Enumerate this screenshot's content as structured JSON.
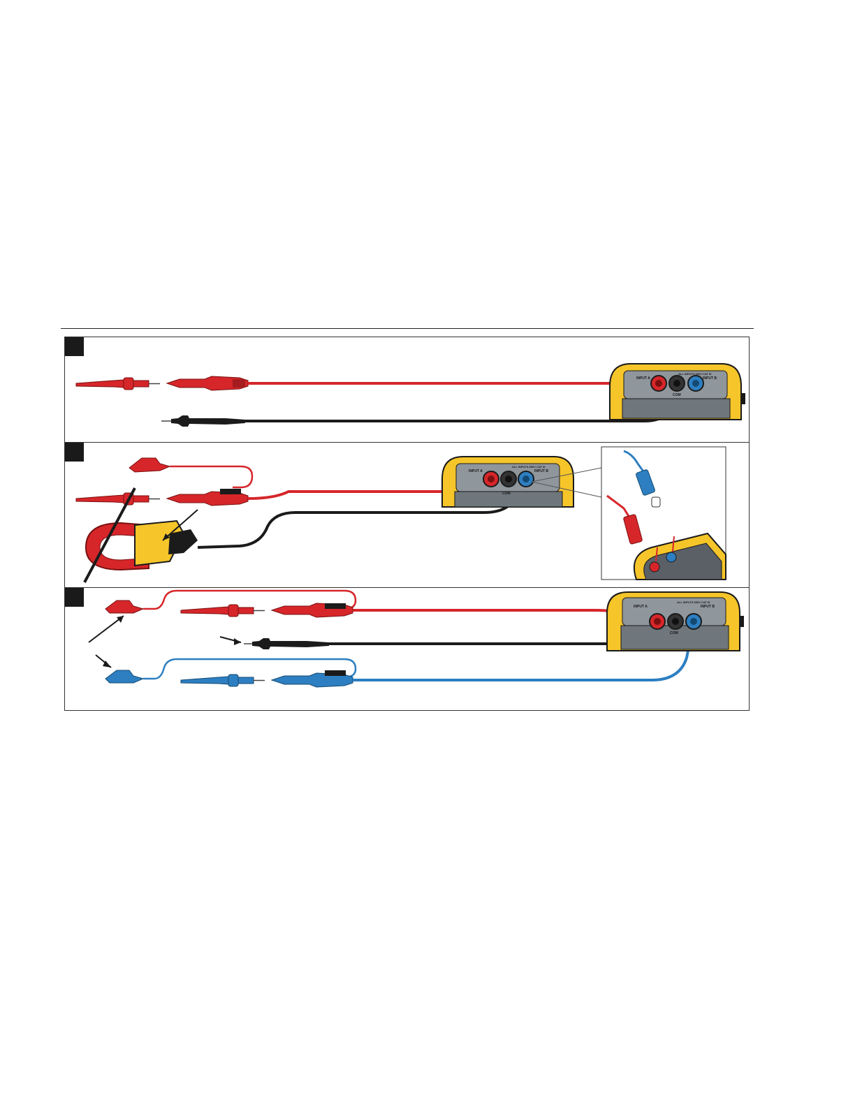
{
  "figure": {
    "panels": [
      {
        "id": "connection-a"
      },
      {
        "id": "connection-b"
      },
      {
        "id": "connection-c"
      }
    ]
  },
  "meter": {
    "input_a_label": "INPUT A",
    "input_b_label": "INPUT B",
    "com_label": "COM",
    "rating_label": "ALL INPUTS 600V CAT III"
  },
  "colors": {
    "red_lead": "#d6262a",
    "black_lead": "#1b1b1b",
    "blue_lead": "#2d7fc1",
    "meter_holster": "#f5c52a",
    "meter_panel": "#8f969c"
  }
}
